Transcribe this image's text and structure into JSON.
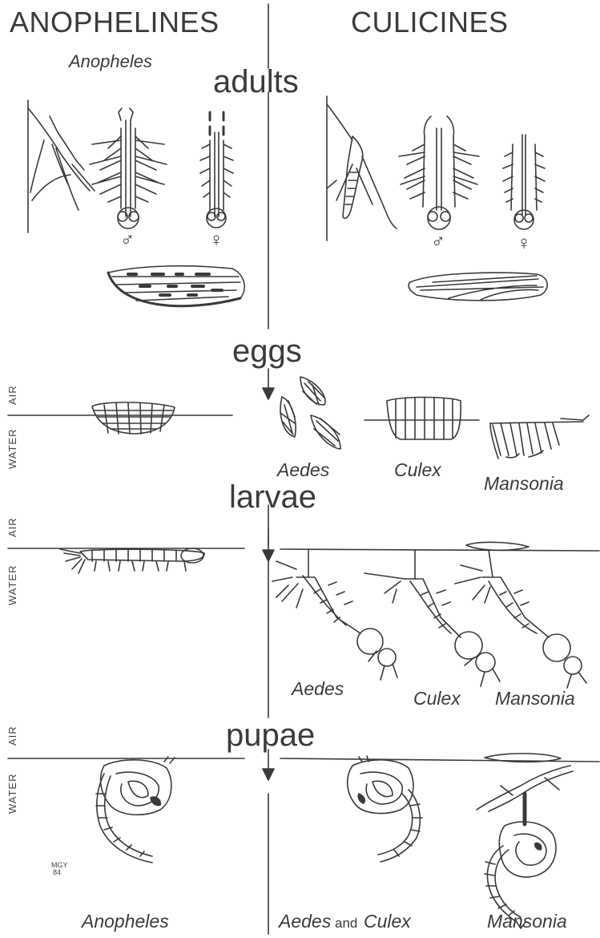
{
  "headers": {
    "left": "ANOPHELINES",
    "right": "CULICINES"
  },
  "stages": {
    "adults": "adults",
    "eggs": "eggs",
    "larvae": "larvae",
    "pupae": "pupae"
  },
  "adult_genus": "Anopheles",
  "sex_symbols": {
    "male": "♂",
    "female": "♀"
  },
  "medium_labels": {
    "air": "AIR",
    "water": "WATER"
  },
  "egg_labels": {
    "aedes": "Aedes",
    "culex": "Culex",
    "mansonia": "Mansonia"
  },
  "larva_labels": {
    "aedes": "Aedes",
    "culex": "Culex",
    "mansonia": "Mansonia"
  },
  "pupa_labels": {
    "anopheles": "Anopheles",
    "aedes": "Aedes",
    "and": "and",
    "culex": "Culex",
    "mansonia": "Mansonia"
  },
  "artist_mark": {
    "line1": "MGY",
    "line2": "84"
  },
  "colors": {
    "ink": "#3a3a3a",
    "paper": "#ffffff"
  }
}
